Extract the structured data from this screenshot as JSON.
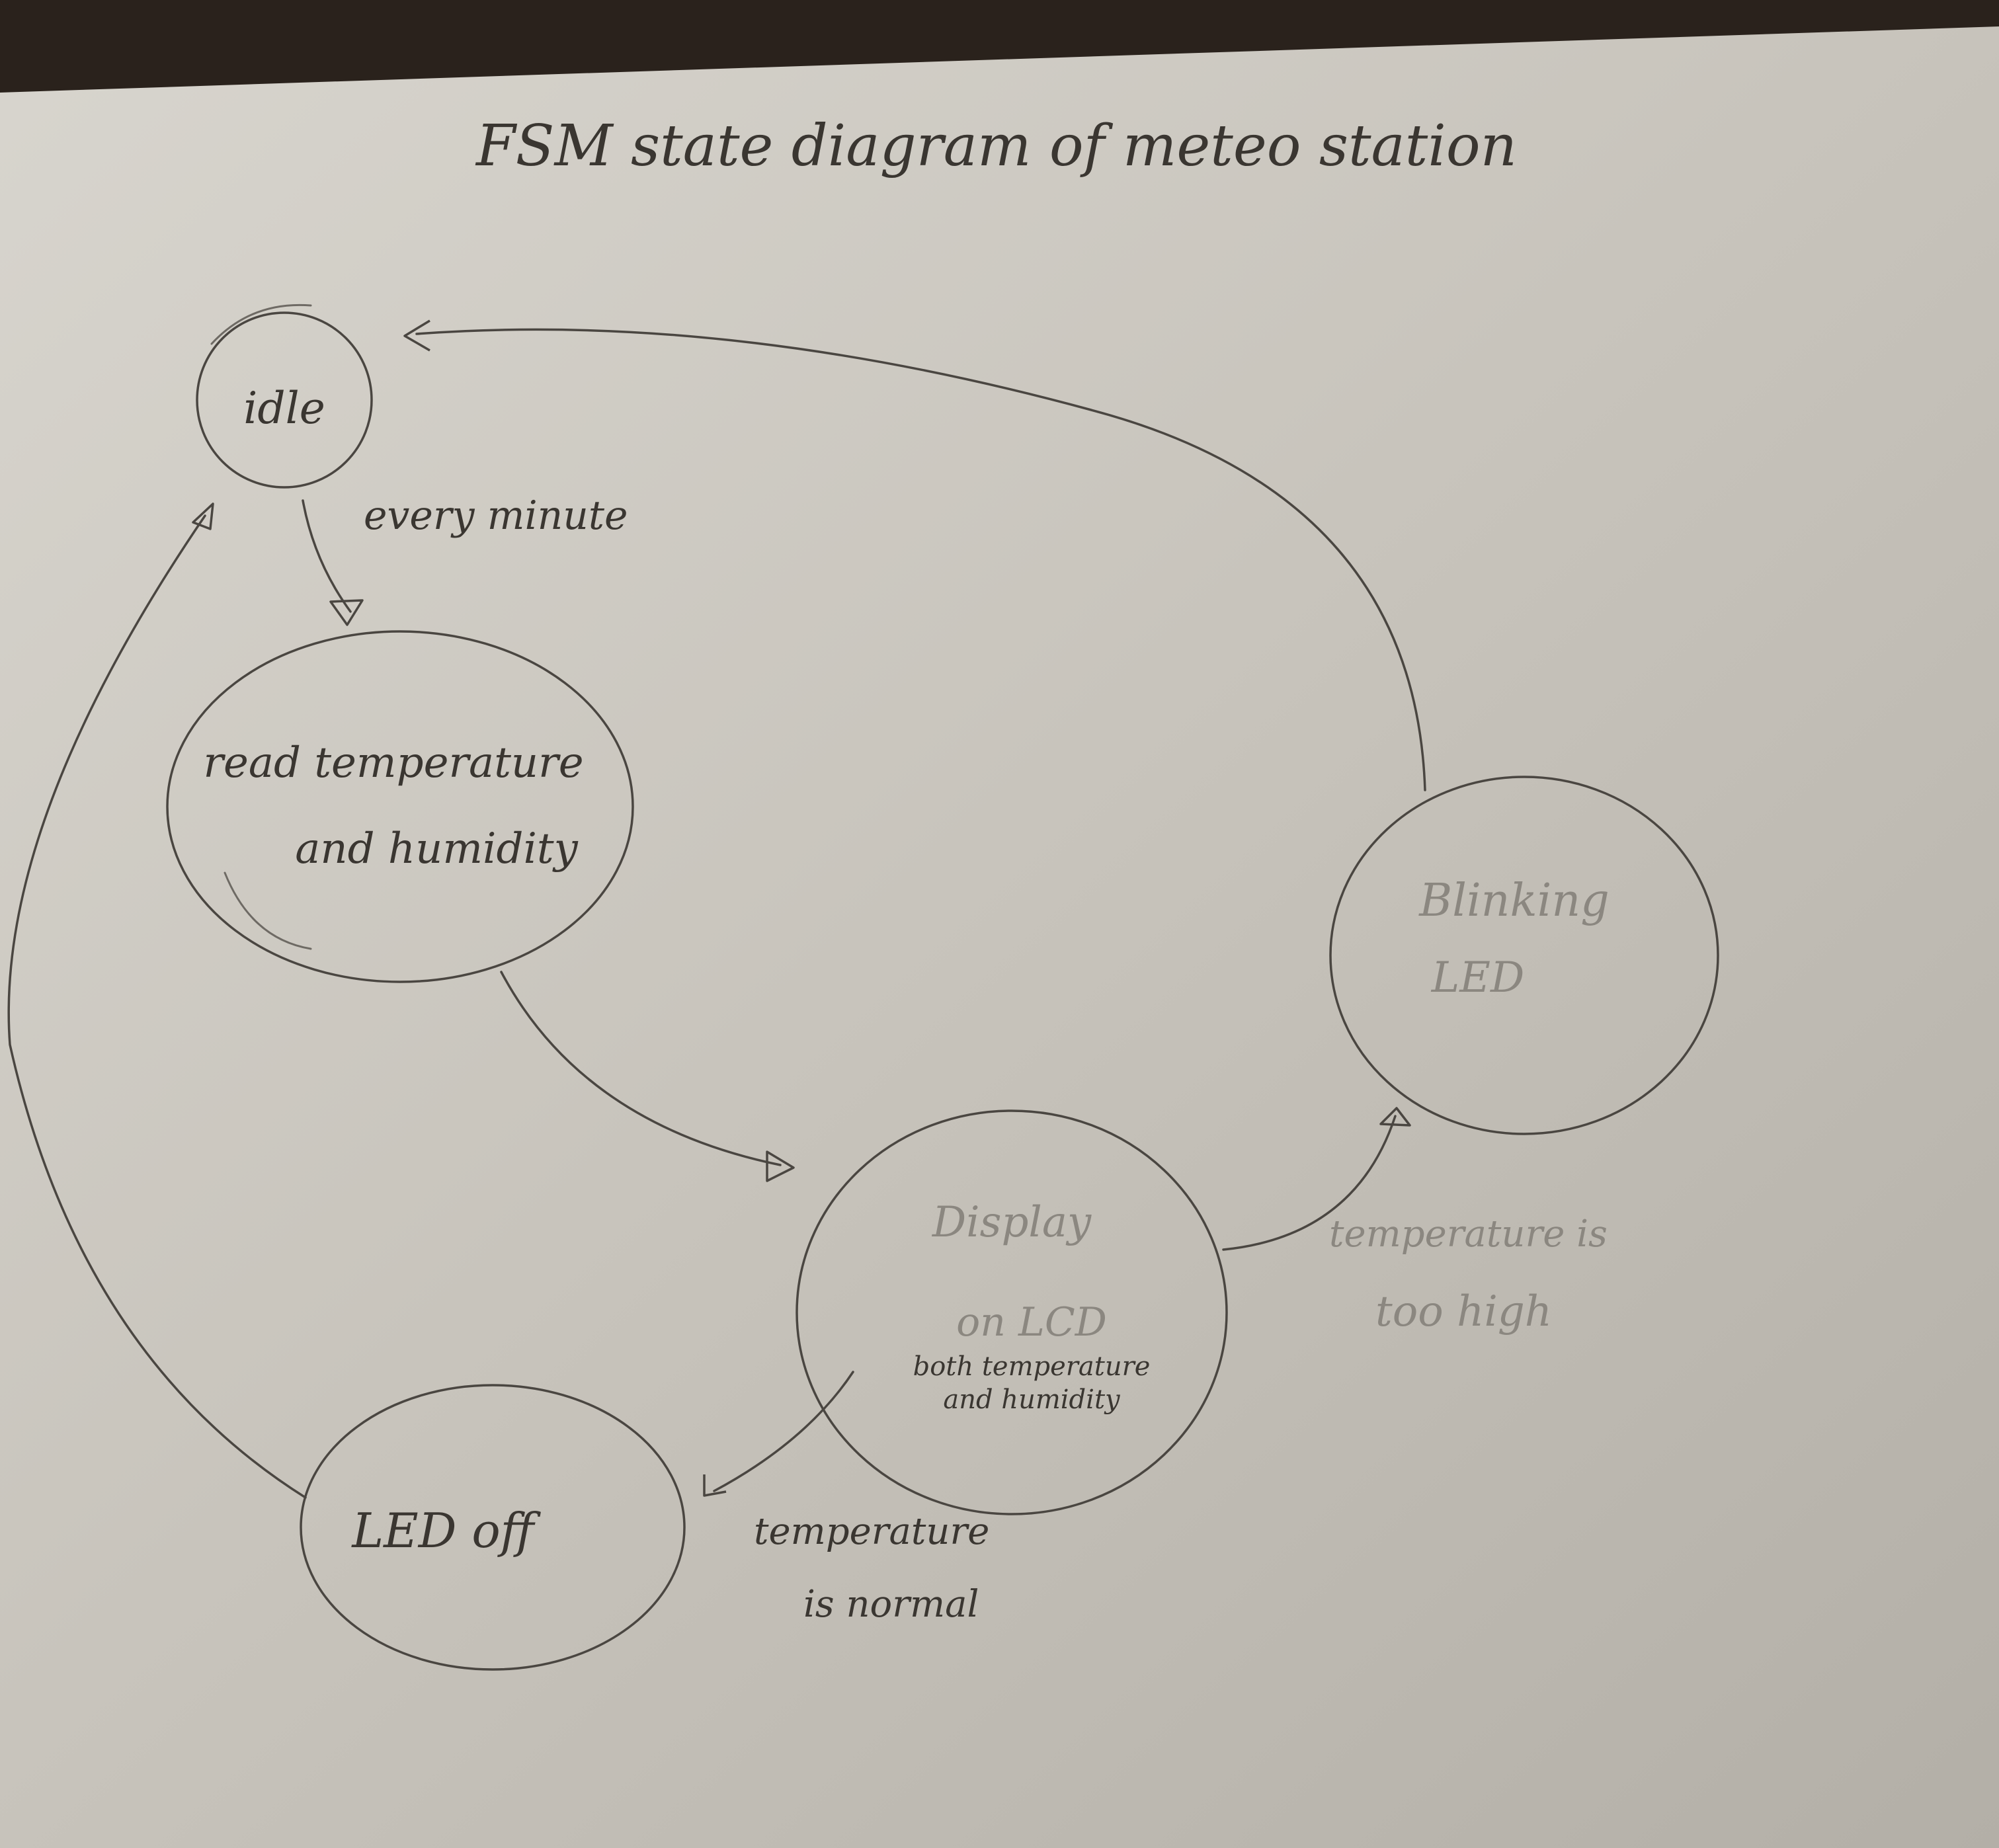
{
  "title": "FSM state diagram of meteo station",
  "states": {
    "idle": "idle",
    "read": [
      "read temperature",
      "and humidity"
    ],
    "display": [
      "Display",
      "on LCD",
      "both temperature",
      "and humidity"
    ],
    "blinking": [
      "Blinking",
      "LED"
    ],
    "led_off": "LED off"
  },
  "transitions": {
    "every_minute": "every minute",
    "too_high": [
      "temperature is",
      "too high"
    ],
    "normal": [
      "temperature",
      "is normal"
    ]
  },
  "colors": {
    "paper": "#c9c5bd",
    "ink": "#3a3631",
    "faded_ink": "#8b8780",
    "table": "#2a221c"
  }
}
